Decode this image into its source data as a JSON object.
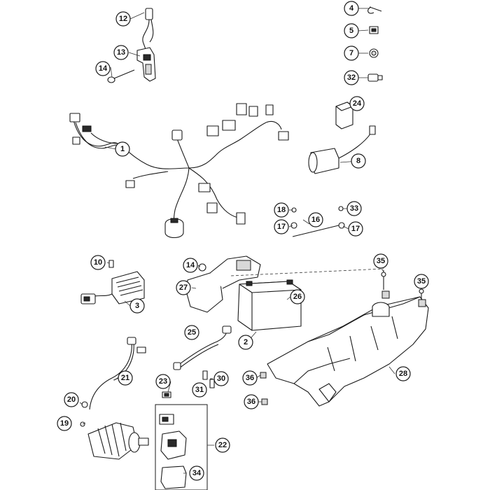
{
  "callouts": {
    "c1": "1",
    "c2": "2",
    "c3": "3",
    "c4": "4",
    "c5": "5",
    "c7": "7",
    "c8": "8",
    "c10": "10",
    "c12": "12",
    "c13": "13",
    "c14a": "14",
    "c14b": "14",
    "c16": "16",
    "c17a": "17",
    "c17b": "17",
    "c18": "18",
    "c19": "19",
    "c20": "20",
    "c21": "21",
    "c22": "22",
    "c23": "23",
    "c24": "24",
    "c25": "25",
    "c26": "26",
    "c27": "27",
    "c28": "28",
    "c30": "30",
    "c31": "31",
    "c32": "32",
    "c33": "33",
    "c34": "34",
    "c35a": "35",
    "c35b": "35",
    "c36a": "36",
    "c36b": "36"
  }
}
